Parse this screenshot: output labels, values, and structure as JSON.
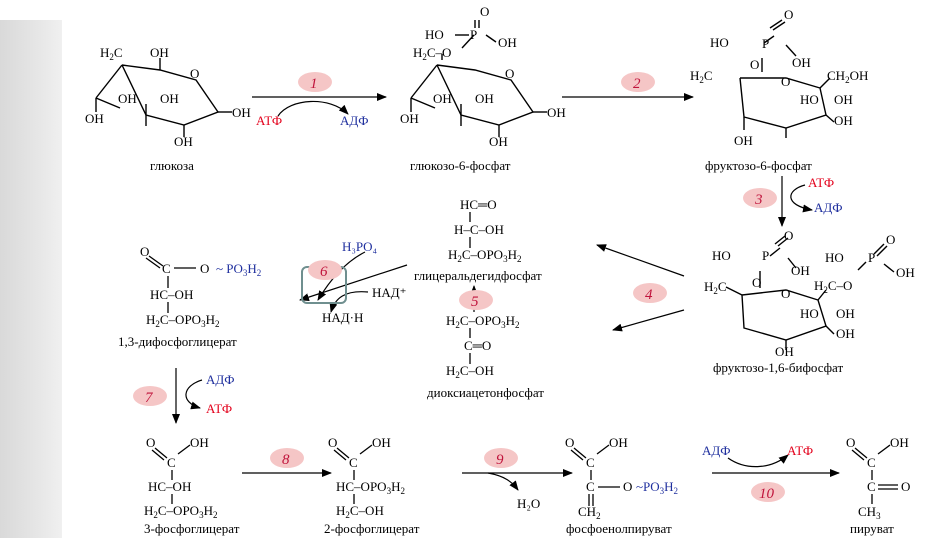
{
  "compounds": {
    "glucose": "глюкоза",
    "g6p": "глюкозо-6-фосфат",
    "f6p": "фруктозо-6-фосфат",
    "f16bp": "фруктозо-1,6-бифосфат",
    "gap": "глицеральдегидфосфат",
    "dhap": "диоксиацетонфосфат",
    "bpg13": "1,3-дифосфоглицерат",
    "pg3": "3-фосфоглицерат",
    "pg2": "2-фосфоглицерат",
    "pep": "фосфоенолпируват",
    "pyruvate": "пируват"
  },
  "cofactors": {
    "atp": "АТФ",
    "adp": "АДФ",
    "nad": "НАД⁺",
    "nadh": "НАД·Н",
    "h3po4": "H₃PO₄",
    "h2o": "H₂O"
  },
  "steps": [
    "1",
    "2",
    "3",
    "4",
    "5",
    "6",
    "7",
    "8",
    "9",
    "10"
  ],
  "colors": {
    "atp": "#e3001b",
    "adp": "#1f2f9e",
    "badge_bg": "#f5c6c6",
    "badge_text": "#c0143c",
    "highlight_box": "#6f8f8f"
  }
}
